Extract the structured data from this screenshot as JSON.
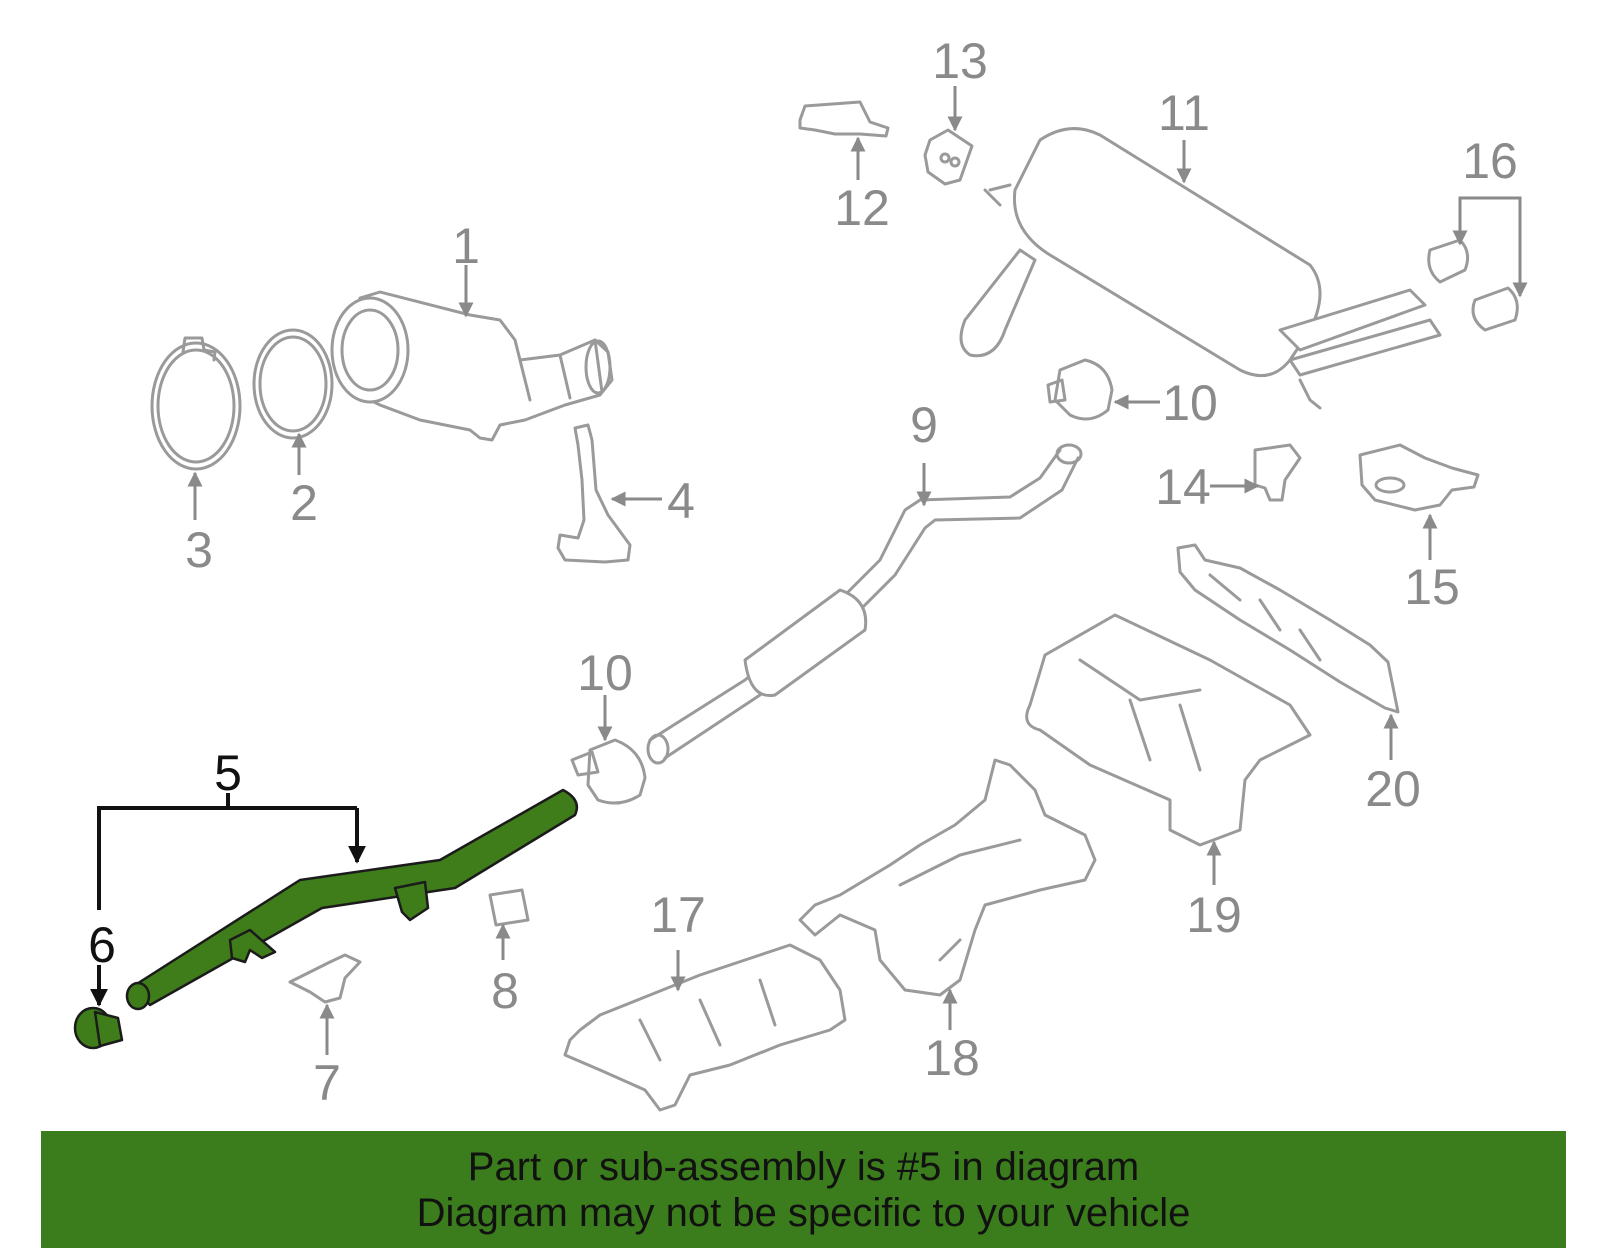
{
  "callouts": [
    {
      "id": "1",
      "label": "1"
    },
    {
      "id": "2",
      "label": "2"
    },
    {
      "id": "3",
      "label": "3"
    },
    {
      "id": "4",
      "label": "4"
    },
    {
      "id": "5",
      "label": "5"
    },
    {
      "id": "6",
      "label": "6"
    },
    {
      "id": "7",
      "label": "7"
    },
    {
      "id": "8",
      "label": "8"
    },
    {
      "id": "9",
      "label": "9"
    },
    {
      "id": "10a",
      "label": "10"
    },
    {
      "id": "10b",
      "label": "10"
    },
    {
      "id": "11",
      "label": "11"
    },
    {
      "id": "12",
      "label": "12"
    },
    {
      "id": "13",
      "label": "13"
    },
    {
      "id": "14",
      "label": "14"
    },
    {
      "id": "15",
      "label": "15"
    },
    {
      "id": "16",
      "label": "16"
    },
    {
      "id": "17",
      "label": "17"
    },
    {
      "id": "18",
      "label": "18"
    },
    {
      "id": "19",
      "label": "19"
    },
    {
      "id": "20",
      "label": "20"
    }
  ],
  "highlight": {
    "part_number": "5",
    "color": "#3f7d1a"
  },
  "banner": {
    "line1": "Part or sub-assembly is #5 in diagram",
    "line2": "Diagram may not be specific to your vehicle",
    "color": "#3b7d1c"
  }
}
